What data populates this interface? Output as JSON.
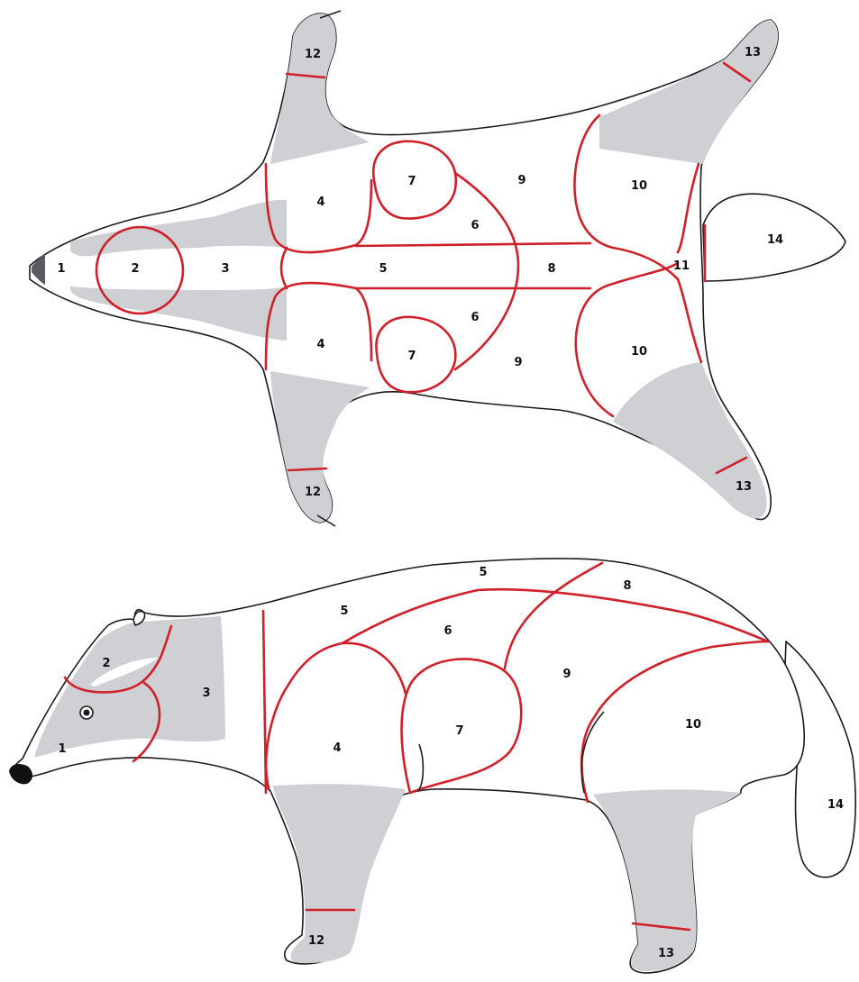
{
  "colors": {
    "outline": "#1a1a1a",
    "region_line": "#d0202a",
    "grey_fur": "#cfd0d4",
    "background": "#ffffff"
  },
  "top_view": {
    "labels": {
      "nose": "1",
      "forehead": "2",
      "neck": "3",
      "shoulder_top": "4",
      "shoulder_bottom": "4",
      "spine": "5",
      "rib_top": "6",
      "rib_bottom": "6",
      "elbow_top": "7",
      "elbow_bottom": "7",
      "rump_spine": "8",
      "flank_top": "9",
      "flank_bottom": "9",
      "thigh_top": "10",
      "thigh_bottom": "10",
      "tail_base": "11",
      "foreleg_top": "12",
      "foreleg_bottom": "12",
      "hindleg_top": "13",
      "hindleg_bottom": "13",
      "tail": "14"
    }
  },
  "side_view": {
    "labels": {
      "nose": "1",
      "forehead": "2",
      "neck": "3",
      "shoulder": "4",
      "spine_back": "5",
      "spine_front": "5",
      "ribs": "6",
      "elbow": "7",
      "rump": "8",
      "flank": "9",
      "thigh": "10",
      "foreleg": "12",
      "hindleg": "13",
      "tail": "14"
    }
  }
}
